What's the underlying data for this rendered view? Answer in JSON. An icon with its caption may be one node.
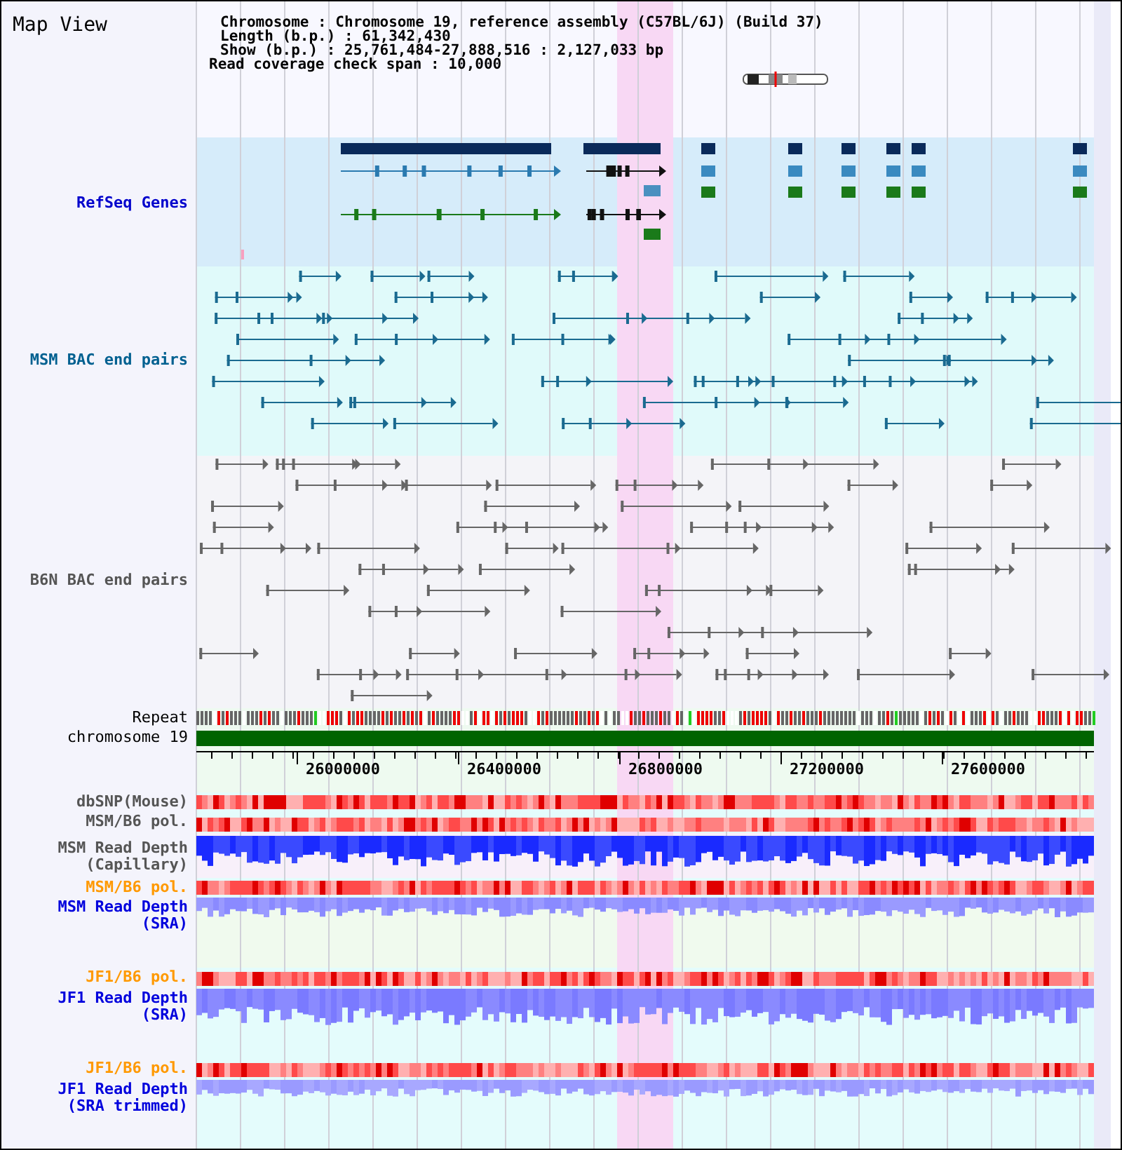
{
  "diagram": {
    "title": "Map View",
    "labels": [
      "Chromosome : Chromosome 19, reference assembly (C57BL/6J) (Build 37)",
      "Length (b.p.) : 61,342,430",
      "Show (b.p.) : 25,761,484-27,888,516 : 2,127,033 bp",
      "Read coverage check span : 10,000",
      "RefSeq Genes",
      "MSM BAC end pairs",
      "B6N BAC end pairs",
      "Repeat",
      "chromosome 19",
      "26000000",
      "26400000",
      "26800000",
      "27200000",
      "27600000",
      "dbSNP(Mouse)",
      "MSM/B6 pol.",
      "MSM Read Depth (Capillary)",
      "MSM/B6 pol.",
      "MSM Read Depth (SRA)",
      "JF1/B6 pol.",
      "JF1 Read Depth (SRA)",
      "JF1/B6 pol.",
      "JF1 Read Depth (SRA trimmed)"
    ]
  }
}
